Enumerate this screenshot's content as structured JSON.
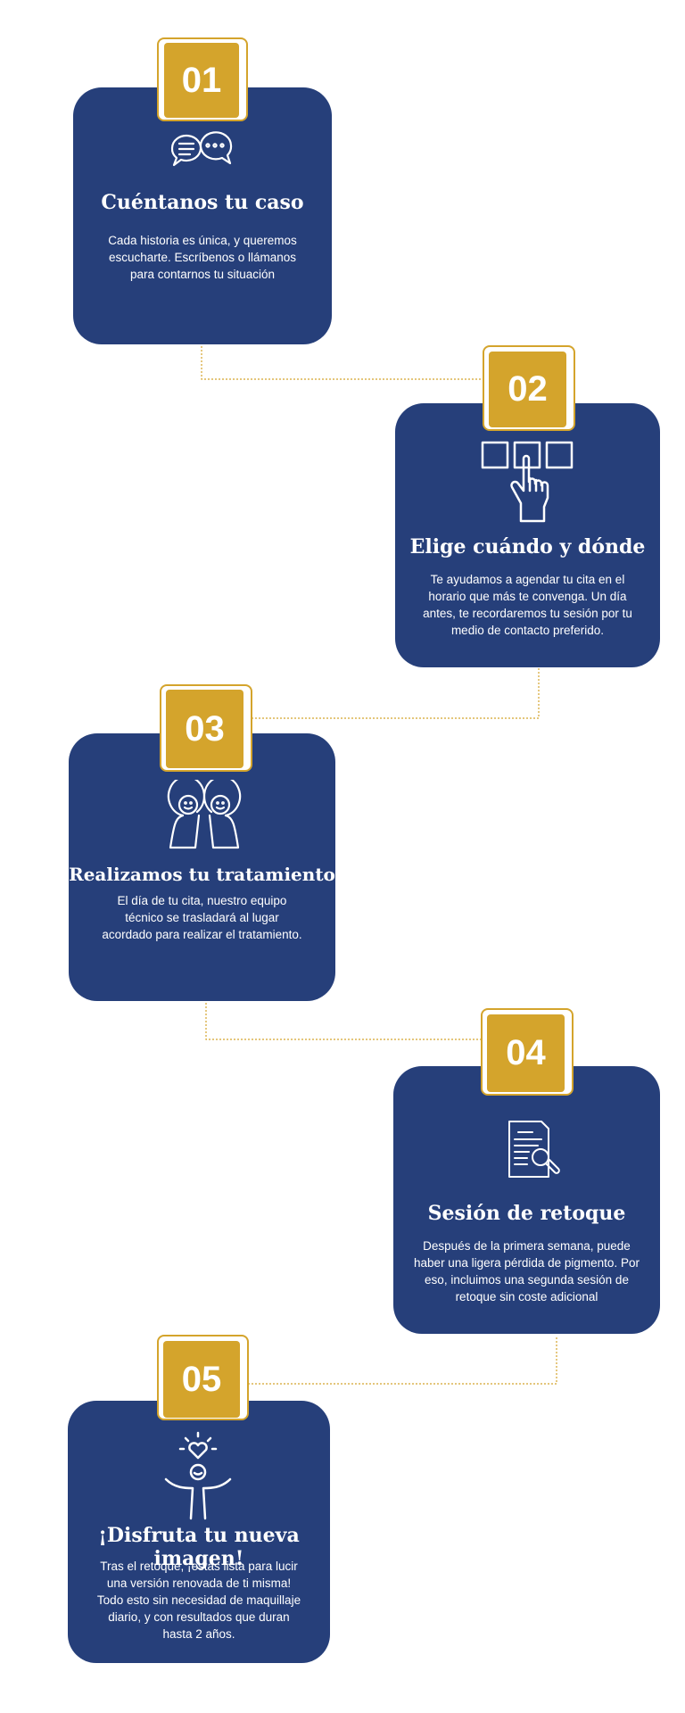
{
  "steps": [
    {
      "number": "01",
      "title": "Cuéntanos tu caso",
      "description": "Cada historia es única, y queremos escucharte. Escríbenos o llámanos para contarnos tu situación",
      "icon": "chat-bubbles-icon"
    },
    {
      "number": "02",
      "title": "Elige cuándo y dónde",
      "description": "Te ayudamos a agendar tu cita en el horario que más te convenga. Un día antes, te recordaremos tu sesión por tu medio de contacto preferido.",
      "icon": "hand-pointer-select-icon"
    },
    {
      "number": "03",
      "title": "Realizamos tu tratamiento",
      "description": "El día de tu cita, nuestro equipo técnico se trasladará al lugar acordado para realizar el tratamiento.",
      "icon": "two-people-icon"
    },
    {
      "number": "04",
      "title": "Sesión de retoque",
      "description": "Después de la primera semana, puede haber una ligera pérdida de pigmento. Por eso, incluimos una segunda sesión de retoque sin coste adicional",
      "icon": "document-search-icon"
    },
    {
      "number": "05",
      "title": "¡Disfruta tu nueva imagen!",
      "description": "Tras el retoque, ¡estás lista para lucir una versión renovada de ti misma! Todo esto sin necesidad de maquillaje diario, y con resultados que duran hasta 2 años.",
      "icon": "happy-person-heart-icon"
    }
  ],
  "colors": {
    "card": "#263f7a",
    "accent": "#d4a42c",
    "background": "#ffffff"
  }
}
